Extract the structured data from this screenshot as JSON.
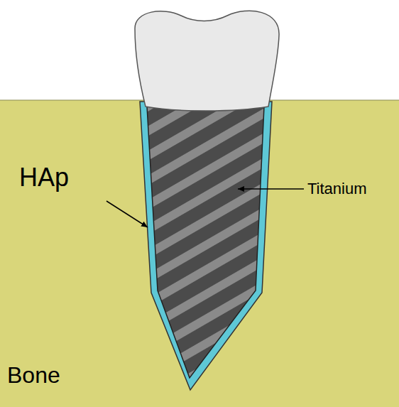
{
  "diagram": {
    "labels": [
      "HAp",
      "Titanium",
      "Bone"
    ]
  }
}
